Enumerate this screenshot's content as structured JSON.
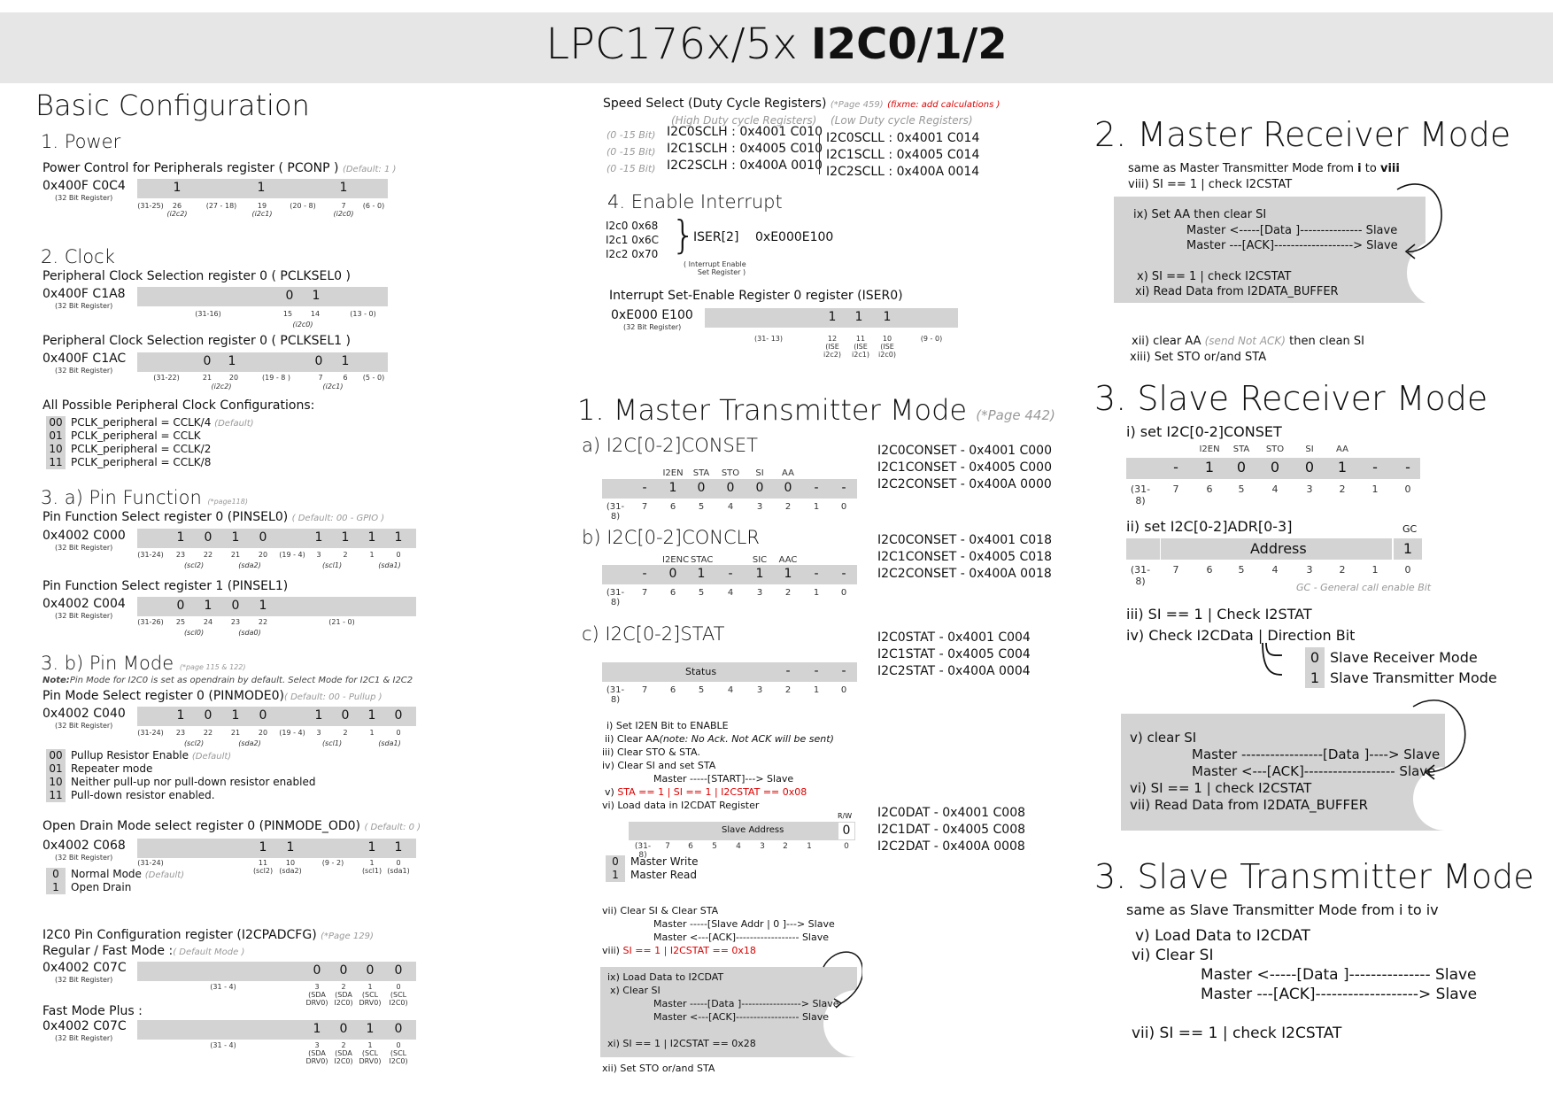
{
  "title": {
    "main": "LPC176x/5x ",
    "bold": "I2C0/1/2"
  },
  "basic": {
    "heading": "Basic Configuration",
    "power": {
      "heading": "1. Power",
      "reg": "Power Control for Peripherals register  ( PCONP )",
      "def": "(Default: 1 )",
      "addr": "0x400F C0C4",
      "addr_sub": "(32 Bit Register)"
    },
    "clock": {
      "heading": "2. Clock",
      "reg0": "Peripheral Clock Selection register 0  ( PCLKSEL0 )",
      "addr0": "0x400F C1A8",
      "reg1": "Peripheral Clock Selection register 0  ( PCLKSEL1 )",
      "addr1": "0x400F C1AC",
      "all": "All Possible Peripheral Clock Configurations:",
      "configs": [
        {
          "code": "00",
          "text": "PCLK_peripheral = CCLK/4",
          "note": "(Default)"
        },
        {
          "code": "01",
          "text": "PCLK_peripheral = CCLK",
          "note": ""
        },
        {
          "code": "10",
          "text": "PCLK_peripheral = CCLK/2",
          "note": ""
        },
        {
          "code": "11",
          "text": "PCLK_peripheral = CCLK/8",
          "note": ""
        }
      ]
    },
    "pinfunc": {
      "heading": "3. a) Pin Function",
      "page": "(*page118)",
      "reg0": "Pin Function Select register 0 (PINSEL0)",
      "def0": "( Default: 00 - GPIO )",
      "addr0": "0x4002 C000",
      "reg1": "Pin Function Select register 1 (PINSEL1)",
      "addr1": "0x4002 C004"
    },
    "pinmode": {
      "heading": "3. b) Pin Mode",
      "page": "(*page  115 & 122)",
      "note_label": "Note:",
      "note": "Pin Mode for I2C0 is set as opendrain by default. Select Mode for I2C1 & I2C2",
      "reg": "Pin Mode Select register 0 (PINMODE0)",
      "def": "( Default: 00 - Pullup )",
      "addr": "0x4002 C040",
      "modes": [
        {
          "code": "00",
          "text": "Pullup Resistor Enable",
          "note": "(Default)"
        },
        {
          "code": "01",
          "text": "Repeater mode",
          "note": ""
        },
        {
          "code": "10",
          "text": "Neither pull-up nor pull-down resistor enabled",
          "note": ""
        },
        {
          "code": "11",
          "text": "Pull-down resistor enabled.",
          "note": ""
        }
      ]
    },
    "opendrain": {
      "reg": "Open Drain Mode select register 0 (PINMODE_OD0)",
      "def": "( Default: 0 )",
      "addr": "0x4002 C068",
      "modes": [
        {
          "code": "0",
          "text": "Normal Mode",
          "note": "(Default)"
        },
        {
          "code": "1",
          "text": "Open Drain",
          "note": ""
        }
      ]
    },
    "padcfg": {
      "reg": "I2C0 Pin Configuration register (I2CPADCFG)",
      "page": "(*Page 129)",
      "regular": "Regular  / Fast Mode :",
      "regular_def": "( Default Mode )",
      "addr": "0x4002 C07C",
      "fastplus": "Fast Mode Plus :",
      "addr2": "0x4002 C07C"
    }
  },
  "speed": {
    "heading": "Speed Select (Duty Cycle Registers)",
    "page": "(*Page 459)",
    "fixme": "(fixme: add calculations )",
    "high_label": "(High Duty cycle Registers)",
    "low_label": "(Low Duty cycle Registers)",
    "rows": [
      {
        "range": "(0 -15 Bit)",
        "high": "I2C0SCLH : 0x4001 C010",
        "low": "I2C0SCLL : 0x4001 C014"
      },
      {
        "range": "(0 -15 Bit)",
        "high": "I2C1SCLH : 0x4005 C010",
        "low": "I2C1SCLL : 0x4005 C014"
      },
      {
        "range": "(0 -15 Bit)",
        "high": "I2C2SCLH : 0x400A 0010",
        "low": "I2C2SCLL : 0x400A 0014"
      }
    ]
  },
  "interrupt": {
    "heading": "4. Enable Interrupt",
    "lines": [
      "I2c0   0x68",
      "I2c1   0x6C",
      "I2c2   0x70"
    ],
    "iser": "ISER[2]",
    "iser_addr": "0xE000E100",
    "iser_note1": "( Interrupt Enable",
    "iser_note2": "Set Register )",
    "reg": "Interrupt Set-Enable Register 0 register (ISER0)",
    "addr": "0xE000 E100"
  },
  "mt": {
    "heading": "1. Master Transmitter Mode",
    "page": "(*Page 442)",
    "conset": "a) I2C[0-2]CONSET",
    "conset_addrs": [
      "I2C0CONSET - 0x4001 C000",
      "I2C1CONSET - 0x4005 C000",
      "I2C2CONSET - 0x400A 0000"
    ],
    "conclr": "b) I2C[0-2]CONCLR",
    "conclr_addrs": [
      "I2C0CONSET - 0x4001 C018",
      "I2C1CONSET - 0x4005 C018",
      "I2C2CONSET - 0x400A 0018"
    ],
    "stat": "c) I2C[0-2]STAT",
    "stat_addrs": [
      "I2C0STAT - 0x4001 C004",
      "I2C1STAT - 0x4005 C004",
      "I2C2STAT - 0x400A 0004"
    ],
    "status_label": "Status",
    "steps1": [
      "i) Set I2EN  Bit  to ENABLE",
      "ii) Clear AA",
      "iii) Clear STO & STA.",
      "iv) Clear SI and set STA",
      "Master -----[START]---> Slave"
    ],
    "note_aa": "(note: No Ack. Not ACK will be sent)",
    "step_v_label": "v)",
    "step_v": "STA == 1  |  SI == 1  |  I2CSTAT == 0x08",
    "step_vi": "vi) Load data in I2CDAT Register",
    "dat_addrs": [
      "I2C0DAT - 0x4001 C008",
      "I2C1DAT - 0x4005 C008",
      "I2C2DAT - 0x400A 0008"
    ],
    "slave_addr": "Slave Address",
    "rw": "R/W",
    "rw_codes": [
      {
        "code": "0",
        "text": "Master Write"
      },
      {
        "code": "1",
        "text": "Master Read"
      }
    ],
    "step_vii": "vii) Clear SI & Clear STA",
    "vii_a": "Master -----[Slave Addr  | 0 ]---> Slave",
    "vii_b": "Master <---[ACK]------------------  Slave",
    "step_viii_label": "viii)",
    "step_viii": "SI == 1 | I2CSTAT == 0x18",
    "box": [
      "ix) Load Data to I2CDAT",
      "x) Clear SI",
      "Master -----[Data ]-----------------> Slave",
      "Master <---[ACK]------------------  Slave",
      "xi) SI == 1 |  I2CSTAT == 0x28"
    ],
    "step_xii": "xii) Set STO or/and STA"
  },
  "mr": {
    "heading": "2. Master Receiver Mode",
    "same": "same as Master Transmitter Mode  from ",
    "from": "i",
    "to": "  to ",
    "to_b": "viii",
    "viii": "viii) SI == 1 | check I2CSTAT",
    "box": [
      "ix) Set AA then clear SI",
      "Master <-----[Data ]--------------- Slave",
      "Master ---[ACK]-------------------> Slave",
      "x) SI == 1 | check I2CSTAT",
      "xi) Read Data from I2DATA_BUFFER"
    ],
    "xii": "xii) clear AA",
    "xii_note": "(send Not ACK)",
    "xii_tail": "then clean SI",
    "xiii": "xiii) Set STO or/and STA"
  },
  "sr": {
    "heading": "3. Slave Receiver Mode",
    "i": "i) set I2C[0-2]CONSET",
    "ii": "ii) set I2C[0-2]ADR[0-3]",
    "gc": "GC",
    "address": "Address",
    "gc_note": "GC - General call enable Bit",
    "iii": "iii) SI == 1 | Check I2STAT",
    "iv": "iv) Check I2CData | Direction Bit",
    "dir": [
      {
        "code": "0",
        "text": "Slave Receiver Mode"
      },
      {
        "code": "1",
        "text": "Slave Transmitter Mode"
      }
    ],
    "box": [
      "v) clear SI",
      "Master -----------------[Data ]----> Slave",
      "Master <---[ACK]------------------- Slave",
      "vi) SI == 1 | check I2CSTAT",
      "vii) Read Data from I2DATA_BUFFER"
    ]
  },
  "st": {
    "heading": "3. Slave Transmitter Mode",
    "same": "same as Slave Transmitter Mode  from i  to iv",
    "v": "v) Load Data to I2CDAT",
    "vi": "vi) Clear SI",
    "a": "Master <-----[Data ]---------------  Slave",
    "b": "Master ---[ACK]------------------->  Slave",
    "vii": "vii) SI == 1 |  check I2CSTAT"
  },
  "colors": {
    "bar": "#d3d3d3",
    "title_bg": "#e6e6e6",
    "red": "#dd0000"
  }
}
